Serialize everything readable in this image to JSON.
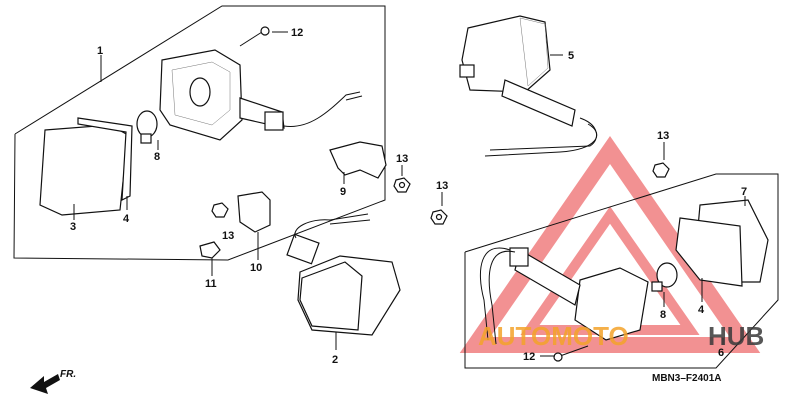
{
  "callouts": {
    "c1": "1",
    "c2": "2",
    "c3": "3",
    "c4a": "4",
    "c4b": "4",
    "c5": "5",
    "c6": "6",
    "c7": "7",
    "c8a": "8",
    "c8b": "8",
    "c9": "9",
    "c10": "10",
    "c11": "11",
    "c12a": "12",
    "c12b": "12",
    "c13a": "13",
    "c13b": "13",
    "c13c": "13",
    "c13d": "13"
  },
  "diagram_code": "MBN3–F2401A",
  "direction_label": "FR.",
  "watermark": {
    "part1": "AUTOMOTO",
    "part2": "HUB",
    "accent": "#f4a32a",
    "triangle": "#e8393a",
    "dark": "#3a3a3a"
  }
}
